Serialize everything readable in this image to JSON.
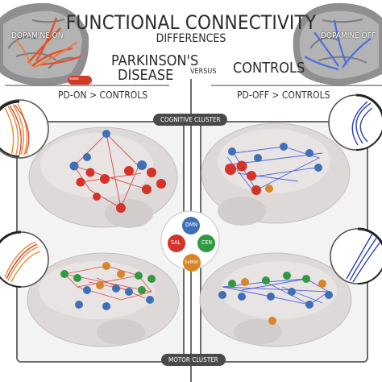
{
  "header": {
    "title": "FUNCTIONAL CONNECTIVITY",
    "subtitle": "DIFFERENCES",
    "pd_line1": "PARKINSON'S",
    "pd_line2": "DISEASE",
    "versus": "VERSUS",
    "controls": "CONTROLS"
  },
  "states": {
    "on": "DOPAMINE ON",
    "off": "DOPAMINE OFF"
  },
  "comparisons": {
    "left": "PD-ON > CONTROLS",
    "right": "PD-OFF > CONTROLS"
  },
  "clusters": {
    "cognitive": "COGNITIVE CLUSTER",
    "motor": "MOTOR CLUSTER"
  },
  "networks": {
    "dmn": "DMN",
    "cen": "CEN",
    "sal": "SAL",
    "semot": "SeMot"
  },
  "colors": {
    "dmn": "#3f6fb7",
    "cen": "#2f9a3f",
    "sal": "#d63328",
    "semot": "#d98428",
    "on_edges": "#e0542e",
    "off_edges": "#3b4fd6",
    "panel_border": "#6b6b6b",
    "pill": "#4a4a4a"
  }
}
